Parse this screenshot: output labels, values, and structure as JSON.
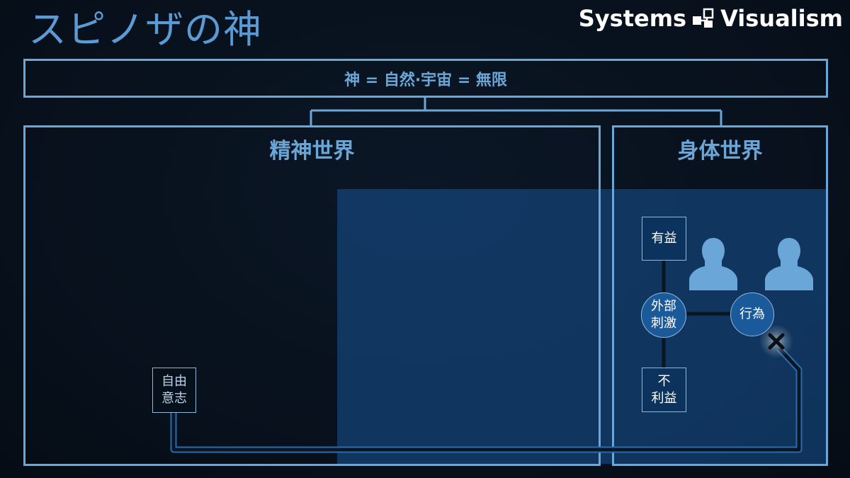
{
  "title": "スピノザの神",
  "brand": {
    "left": "Systems",
    "right": "Visualism"
  },
  "god_equation": "神 = 自然·宇宙 = 無限",
  "worlds": {
    "mind": "精神世界",
    "body": "身体世界"
  },
  "nodes": {
    "free_will": [
      "自由",
      "意志"
    ],
    "benefit": "有益",
    "stimulus": [
      "外部",
      "刺激"
    ],
    "harm": [
      "不",
      "利益"
    ],
    "action": "行為"
  },
  "colors": {
    "background": "#08111d",
    "accent": "#6aa6d8",
    "highlight": "#1b5a9a",
    "person": "#6aa6d8",
    "line_dark": "#0a1622",
    "line_light": "#2a6bb0"
  },
  "icons": [
    "person-icon",
    "cross-icon",
    "systems-visualism-logo-icon"
  ]
}
